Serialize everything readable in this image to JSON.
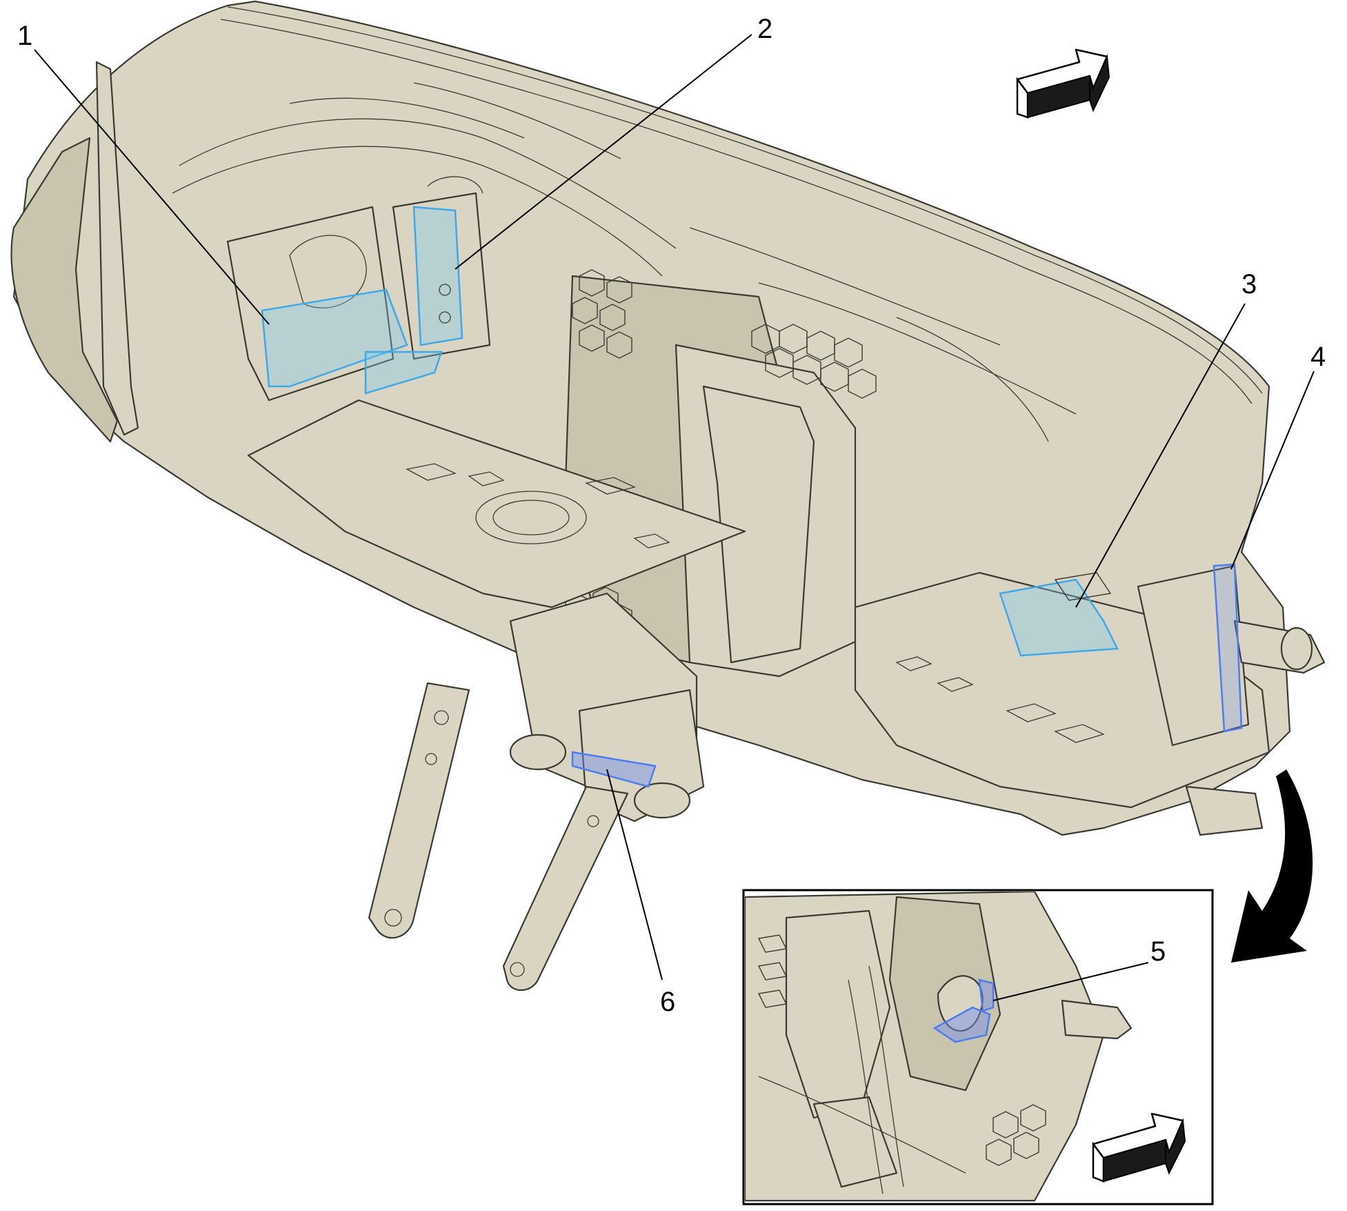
{
  "diagram": {
    "callouts": [
      {
        "id": "1",
        "label": "1"
      },
      {
        "id": "2",
        "label": "2"
      },
      {
        "id": "3",
        "label": "3"
      },
      {
        "id": "4",
        "label": "4"
      },
      {
        "id": "5",
        "label": "5"
      },
      {
        "id": "6",
        "label": "6"
      }
    ],
    "icons": {
      "direction_arrow_top": "forward-direction-arrow-icon",
      "direction_arrow_inset": "forward-direction-arrow-icon",
      "curved_arrow": "curved-pointer-arrow-icon"
    },
    "colors": {
      "part_fill": "#d9d5c2",
      "highlight_cyan": "#3ea9e6",
      "highlight_blue": "#4b7cf0",
      "outline": "#3a3a32"
    }
  }
}
